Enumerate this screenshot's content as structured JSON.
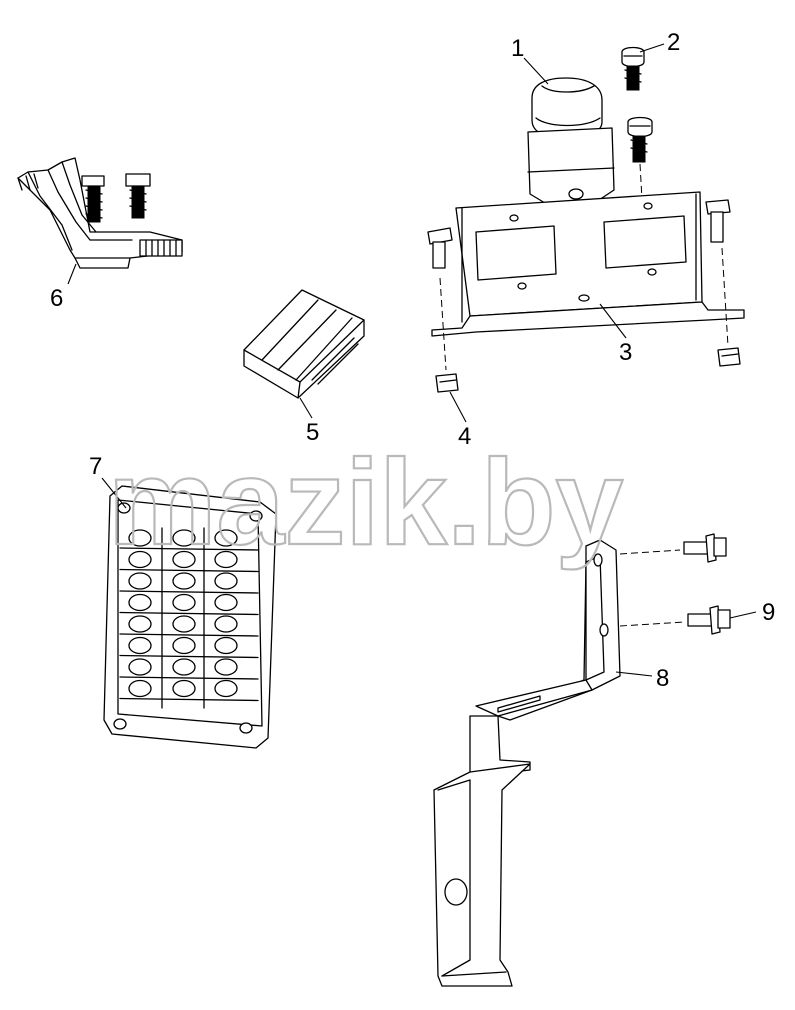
{
  "diagram": {
    "callouts": [
      {
        "id": "c1",
        "label": "1"
      },
      {
        "id": "c2",
        "label": "2"
      },
      {
        "id": "c3",
        "label": "3"
      },
      {
        "id": "c4",
        "label": "4"
      },
      {
        "id": "c5",
        "label": "5"
      },
      {
        "id": "c6",
        "label": "6"
      },
      {
        "id": "c7",
        "label": "7"
      },
      {
        "id": "c8",
        "label": "8"
      },
      {
        "id": "c9",
        "label": "9"
      }
    ],
    "watermark": "mazik.by"
  }
}
